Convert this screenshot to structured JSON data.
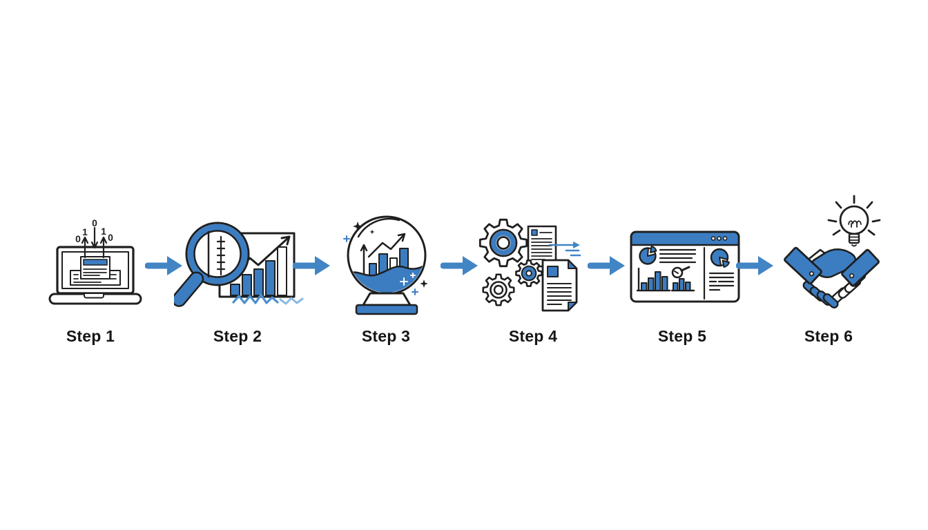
{
  "diagram": {
    "title": "six-step process flow",
    "steps": [
      {
        "label": "Step 1",
        "icon_name": "laptop-data-input-icon"
      },
      {
        "label": "Step 2",
        "icon_name": "magnifier-bar-chart-icon"
      },
      {
        "label": "Step 3",
        "icon_name": "crystal-ball-forecast-icon"
      },
      {
        "label": "Step 4",
        "icon_name": "gears-documents-icon"
      },
      {
        "label": "Step 5",
        "icon_name": "dashboard-report-icon"
      },
      {
        "label": "Step 6",
        "icon_name": "handshake-lightbulb-icon"
      }
    ],
    "binary_digits": [
      "0",
      "1",
      "0",
      "1",
      "0"
    ],
    "connector_count": 5,
    "colors": {
      "fill_blue": "#3c7dc1",
      "arrow_blue": "#4285c4",
      "light_blue": "#8ab9e2",
      "outline": "#1f1f1f",
      "label_text": "#161616",
      "background": "#ffffff"
    }
  }
}
